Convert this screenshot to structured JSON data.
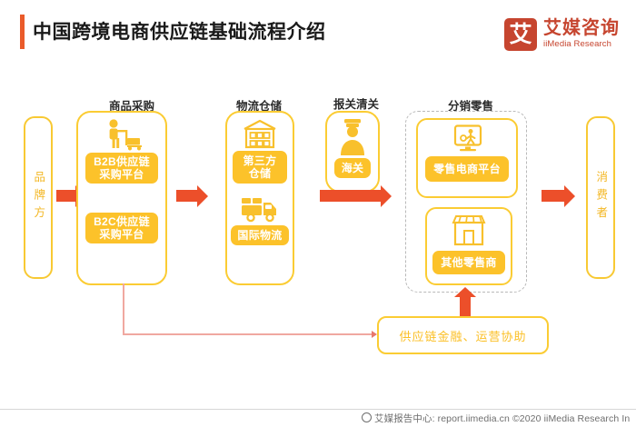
{
  "header": {
    "title": "中国跨境电商供应链基础流程介绍",
    "accent_color": "#ea5b2a",
    "logo": {
      "mark_glyph": "艾",
      "name_cn": "艾媒咨询",
      "name_en": "iiMedia Research",
      "color": "#c6452f"
    }
  },
  "diagram": {
    "theme": {
      "yellow_border": "#fbcc33",
      "yellow_fill": "#fcc22a",
      "arrow_color": "#ec4f2a",
      "connector_color": "#f0a8a0",
      "dashed_color": "#b9b9b9"
    },
    "brand": {
      "label": "品牌方"
    },
    "consumer": {
      "label": "消费者"
    },
    "sections": [
      {
        "caption": "商品采购",
        "items": [
          {
            "label": "B2B供应链\n采购平台",
            "icon": "porter-trolley-icon"
          },
          {
            "label": "B2C供应链\n采购平台",
            "icon": "porter-trolley-icon"
          }
        ]
      },
      {
        "caption": "物流仓储",
        "items": [
          {
            "label": "第三方\n仓储",
            "icon": "warehouse-icon"
          },
          {
            "label": "国际物流",
            "icon": "truck-icon"
          }
        ]
      },
      {
        "caption": "报关清关",
        "items": [
          {
            "label": "海关",
            "icon": "customs-officer-icon"
          }
        ]
      },
      {
        "caption": "分销零售",
        "items": [
          {
            "label": "零售电商平台",
            "icon": "monitor-shopper-icon"
          },
          {
            "label": "其他零售商",
            "icon": "storefront-icon"
          }
        ]
      }
    ],
    "labels": {
      "b2b": "B2B供应链",
      "b2b2": "采购平台",
      "b2c": "B2C供应链",
      "b2c2": "采购平台",
      "third_party_1": "第三方",
      "third_party_2": "仓储",
      "intl_logistics": "国际物流",
      "customs": "海关",
      "retail_ecommerce": "零售电商平台",
      "other_retailers": "其他零售商",
      "caption_procurement": "商品采购",
      "caption_logistics": "物流仓储",
      "caption_customs": "报关清关",
      "caption_retail": "分销零售"
    },
    "finance": {
      "label": "供应链金融、运营协助"
    }
  },
  "footer": {
    "text": "艾媒报告中心: report.iimedia.cn  ©2020  iiMedia Research In"
  }
}
